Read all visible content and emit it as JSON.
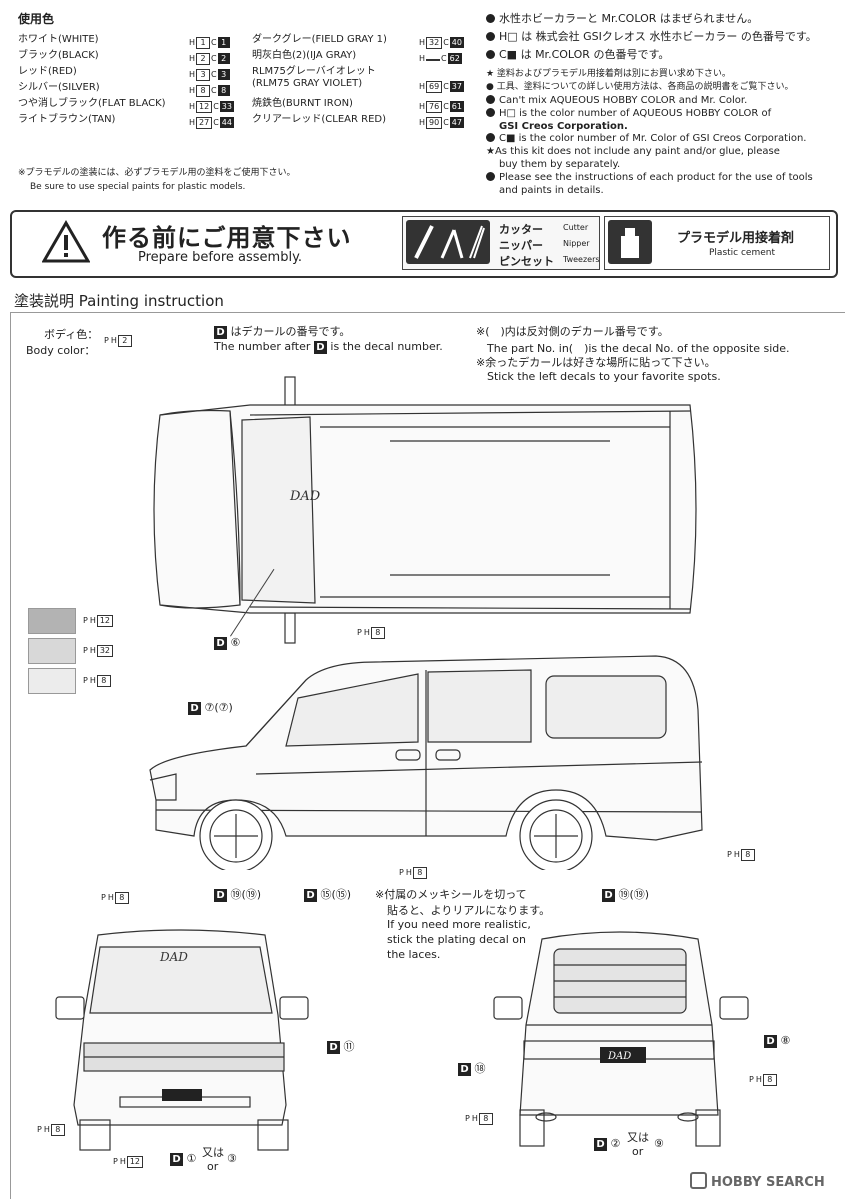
{
  "colors_used": {
    "title": "使用色",
    "left": [
      {
        "name": "ホワイト(WHITE)",
        "h": "1",
        "c": "1"
      },
      {
        "name": "ブラック(BLACK)",
        "h": "2",
        "c": "2"
      },
      {
        "name": "レッド(RED)",
        "h": "3",
        "c": "3"
      },
      {
        "name": "シルバー(SILVER)",
        "h": "8",
        "c": "8"
      },
      {
        "name": "つや消しブラック(FLAT BLACK)",
        "h": "12",
        "c": "33"
      },
      {
        "name": "ライトブラウン(TAN)",
        "h": "27",
        "c": "44"
      }
    ],
    "right": [
      {
        "name": "ダークグレー(FIELD GRAY 1)",
        "h": "32",
        "c": "40"
      },
      {
        "name": "明灰白色(2)(IJA GRAY)",
        "h": "",
        "c": "62"
      },
      {
        "name": "RLM75グレーバイオレット",
        "h": "",
        "c": ""
      },
      {
        "name": "(RLM75 GRAY VIOLET)",
        "h": "69",
        "c": "37"
      },
      {
        "name": "焼鉄色(BURNT IRON)",
        "h": "76",
        "c": "61"
      },
      {
        "name": "クリアーレッド(CLEAR RED)",
        "h": "90",
        "c": "47"
      }
    ],
    "note_jp": "※プラモデルの塗装には、必ずプラモデル用の塗料をご使用下さい。",
    "note_en": "Be sure to use special paints for plastic models."
  },
  "notes_right": {
    "line1": "水性ホビーカラーと Mr.COLOR はまぜられません。",
    "line2": "H□ は 株式会社 GSIクレオス 水性ホビーカラー の色番号です。",
    "line3": "C■ は Mr.COLOR の色番号です。",
    "line4": "★ 塗料およびプラモデル用接着剤は別にお買い求め下さい。",
    "line5": "● 工具、塗料についての詳しい使用方法は、各商品の説明書をご覧下さい。",
    "en1": "Can't mix AQUEOUS HOBBY COLOR and Mr. Color.",
    "en2a": "H□ is the color number of AQUEOUS HOBBY COLOR of",
    "en2b": "GSI Creos Corporation.",
    "en3": "C■ is the color number of Mr. Color of GSI Creos Corporation.",
    "en4a": "★As this kit does not include any paint and/or glue, please",
    "en4b": "buy them by separately.",
    "en5a": "Please see the instructions of each product for the use of tools",
    "en5b": "and paints in details."
  },
  "prepare": {
    "title_jp": "作る前にご用意下さい",
    "title_en": "Prepare before assembly.",
    "tools": [
      {
        "jp": "カッター",
        "en": "Cutter"
      },
      {
        "jp": "ニッパー",
        "en": "Nipper"
      },
      {
        "jp": "ピンセット",
        "en": "Tweezers"
      }
    ],
    "cement_jp": "プラモデル用接着剤",
    "cement_en": "Plastic cement"
  },
  "painting": {
    "heading": "塗装説明 Painting instruction",
    "body_color_jp": "ボディ色：",
    "body_color_en": "Body color：",
    "body_color_h": "2",
    "decal_note_jp": "はデカールの番号です。",
    "decal_note_en_a": "The number after",
    "decal_note_en_b": "is the decal number.",
    "paren_note_jp": "※(　)内は反対側のデカール番号です。",
    "paren_note_en": "The part No. in(　)is the decal No. of the opposite side.",
    "left_decal_jp": "※余ったデカールは好きな場所に貼って下さい。",
    "left_decal_en": "Stick the left decals to your favorite spots.",
    "swatches": [
      {
        "h": "12",
        "color": "#b3b3b3"
      },
      {
        "h": "32",
        "color": "#d8d8d8"
      },
      {
        "h": "8",
        "color": "#ececec"
      }
    ],
    "plating_jp1": "※付属のメッキシールを切って",
    "plating_jp2": "貼ると、よりリアルになります。",
    "plating_en1": "If you need more realistic,",
    "plating_en2": "stick the plating decal on",
    "plating_en3": "the laces.",
    "callouts": {
      "top_d6": "⑥",
      "side_h8_top": "8",
      "side_d7": "⑦(⑦)",
      "side_h8_bottom": "8",
      "side_h8_right": "8",
      "side_d19_left": "⑲(⑲)",
      "side_d15": "⑮(⑮)",
      "side_d19_right": "⑲(⑲)",
      "front_h8_top": "8",
      "front_d11": "⑪",
      "front_h8_left": "8",
      "front_h12": "12",
      "front_d1": "①",
      "front_or_jp": "又は",
      "front_or_en": "or",
      "front_d3": "③",
      "rear_d8": "⑧",
      "rear_d18": "⑱",
      "rear_h8_right": "8",
      "rear_h8_left": "8",
      "rear_d2": "②",
      "rear_or_jp": "又は",
      "rear_or_en": "or",
      "rear_d9": "⑨"
    }
  },
  "watermark": "HOBBY SEARCH",
  "logo_text": "DAD"
}
